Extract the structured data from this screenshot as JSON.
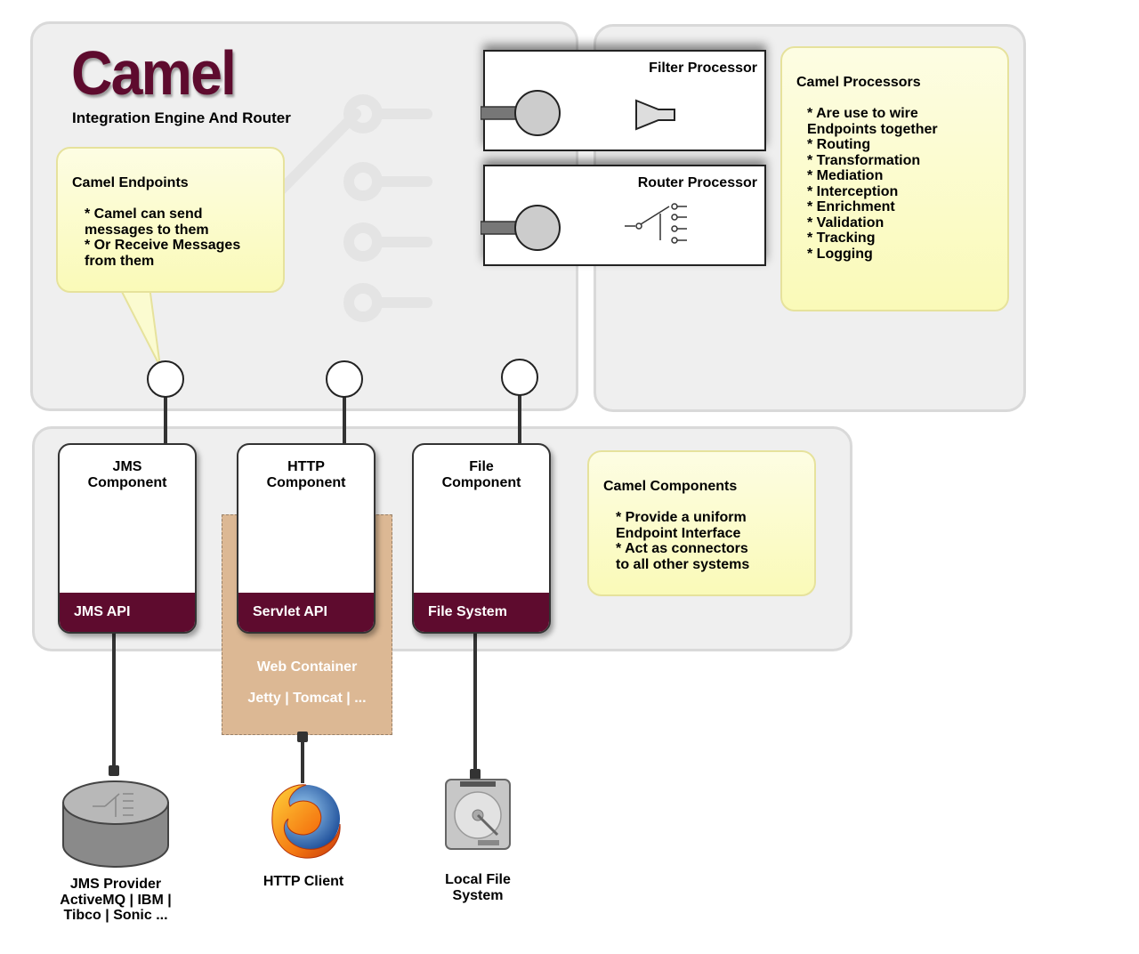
{
  "logo": {
    "brand": "Camel",
    "tagline": "Integration Engine And Router"
  },
  "endpoints_note": {
    "title": "Camel Endpoints",
    "body": "* Camel can send\n   messages to them\n* Or Receive Messages\n   from them"
  },
  "processors": {
    "filter": {
      "title": "Filter Processor",
      "icon": "filter-funnel-icon"
    },
    "router": {
      "title": "Router Processor",
      "icon": "router-switch-icon"
    }
  },
  "processors_note": {
    "title": "Camel Processors",
    "body": "* Are use to wire\n   Endpoints together\n* Routing\n* Transformation\n* Mediation\n* Interception\n* Enrichment\n* Validation\n* Tracking\n* Logging"
  },
  "components": [
    {
      "title": "JMS\nComponent",
      "api": "JMS API"
    },
    {
      "title": "HTTP\nComponent",
      "api": "Servlet API"
    },
    {
      "title": "File\nComponent",
      "api": "File System"
    }
  ],
  "components_note": {
    "title": "Camel Components",
    "body": "* Provide a uniform\n   Endpoint Interface\n* Act as connectors\n   to all other systems"
  },
  "web_container": {
    "title": "Web Container",
    "servers": "Jetty | Tomcat | ..."
  },
  "externals": [
    {
      "label": "JMS Provider\nActiveMQ | IBM |\nTibco | Sonic ...",
      "icon": "database-icon"
    },
    {
      "label": "HTTP Client",
      "icon": "firefox-browser-icon"
    },
    {
      "label": "Local File\nSystem",
      "icon": "hard-drive-icon"
    }
  ],
  "colors": {
    "brand": "#5e0b2e",
    "note_bg": "#fafab8",
    "panel_bg": "#efefef",
    "web_container": "#dcb894"
  }
}
